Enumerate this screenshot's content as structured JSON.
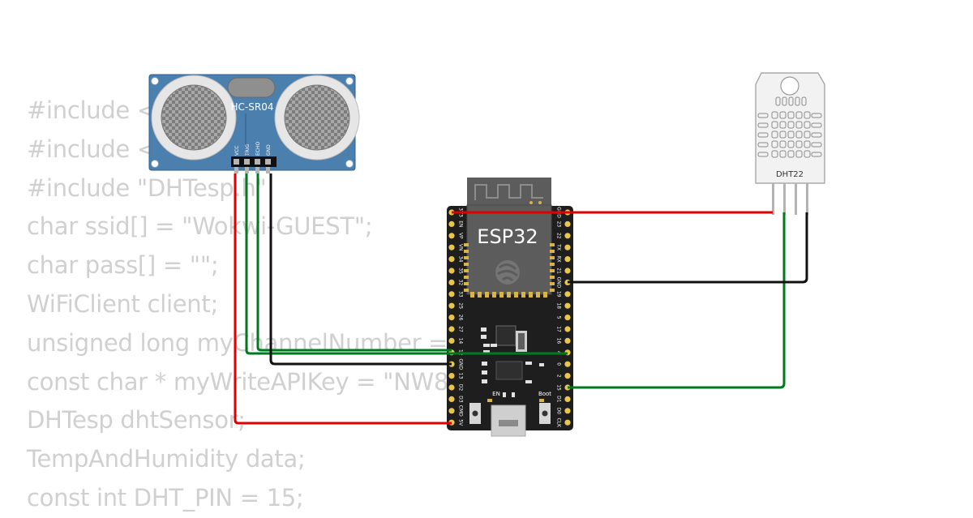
{
  "code_lines": [
    "#include <",
    "#include <",
    "#include \"DHTesp.h\"",
    "char ssid[] = \"Wokwi-GUEST\";",
    "char pass[] = \"\";",
    "WiFiClient client;",
    "unsigned long myChannelNumber = ;",
    "const char * myWriteAPIKey = \"NW8UYCXV9\";",
    "DHTesp dhtSensor;",
    "TempAndHumidity data;",
    "const int DHT_PIN = 15;"
  ],
  "hcsr04": {
    "label": "HC-SR04",
    "pins": [
      "VCC",
      "TRIG",
      "ECHO",
      "GND"
    ]
  },
  "esp32": {
    "label": "ESP32",
    "left_pins": [
      "3V3",
      "EN",
      "VP",
      "VN",
      "34",
      "35",
      "32",
      "33",
      "25",
      "26",
      "27",
      "14",
      "12",
      "GND",
      "13",
      "D2",
      "D3",
      "CMD",
      "5V"
    ],
    "right_pins": [
      "GND",
      "23",
      "22",
      "TX",
      "RX",
      "21",
      "GND",
      "19",
      "18",
      "5",
      "17",
      "16",
      "4",
      "0",
      "2",
      "15",
      "D1",
      "D0",
      "CLK"
    ],
    "en_label": "EN",
    "boot_label": "Boot"
  },
  "dht22": {
    "label": "DHT22"
  },
  "colors": {
    "code_text": "#d0d0d0",
    "wire_red": "#e00000",
    "wire_green": "#007a1e",
    "wire_black": "#111111",
    "hcsr04_board": "#4a7fae",
    "esp32_board": "#1e1e1e",
    "esp32_module": "#5c5c5c",
    "pin_header": "#e9c64b",
    "dht_body": "#f2f2f2"
  }
}
